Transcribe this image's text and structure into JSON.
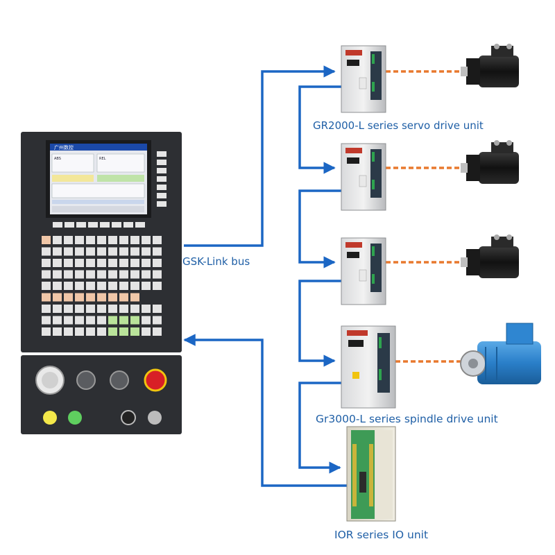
{
  "labels": {
    "bus": "GSK-Link bus",
    "servo": "GR2000-L series servo drive unit",
    "spindle": "Gr3000-L series spindle drive unit",
    "io": "IOR series IO unit"
  },
  "screen": {
    "brand": "广州数控",
    "tab1": "ABS",
    "tab2": "REL"
  },
  "colors": {
    "bus_line": "#1b66c4",
    "cable": "#e8792e",
    "label": "#1f5fa6",
    "panel": "#2d2f33",
    "servo_motor": "#1e1e1e",
    "spindle_motor": "#2a7fc9",
    "io_board": "#3e9b56"
  }
}
